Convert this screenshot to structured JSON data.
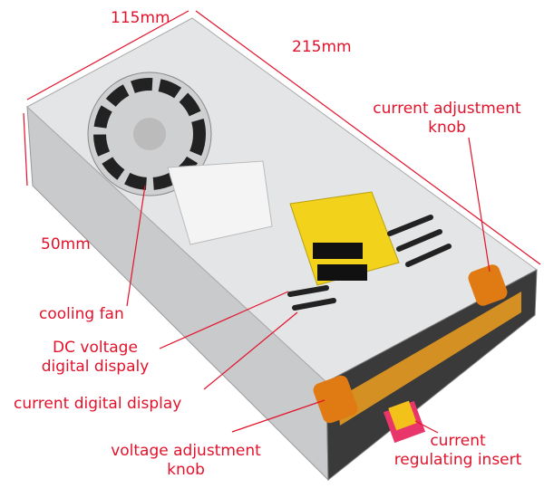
{
  "colors": {
    "label": "#e3122b",
    "body": "#d9dadc",
    "knob": "#e07a12",
    "terminal": "#f0a020",
    "insert": "#e8356a"
  },
  "dimensions": {
    "width": "115mm",
    "length": "215mm",
    "height": "50mm"
  },
  "labels": {
    "current_knob": [
      "current adjustment",
      "knob"
    ],
    "cooling_fan": "cooling fan",
    "dc_voltage_display": [
      "DC voltage",
      "digital dispaly"
    ],
    "current_display": "current digital display",
    "voltage_knob": [
      "voltage adjustment",
      "knob"
    ],
    "current_insert": [
      "current",
      "regulating insert"
    ]
  }
}
